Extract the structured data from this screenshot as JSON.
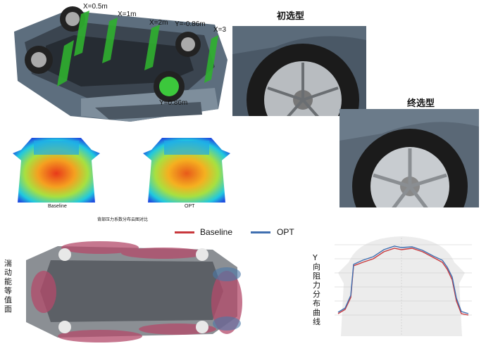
{
  "top_view": {
    "x_labels": [
      "X=0.5m",
      "X=1m",
      "X=2m",
      "X=3"
    ],
    "y_labels": [
      "Y=-0.86m",
      "Y=0.86m"
    ]
  },
  "wheels": {
    "initial_title": "初选型",
    "final_title": "终选型"
  },
  "pressure": {
    "baseline_label": "Baseline",
    "opt_label": "OPT",
    "caption": "背部压力系数分布云图对比"
  },
  "turbulence": {
    "vertical_label": "湍动能等值面"
  },
  "drag_chart": {
    "vertical_label": "Y向阻力分布曲线",
    "legend": [
      {
        "name": "Baseline",
        "color": "#c8383c"
      },
      {
        "name": "OPT",
        "color": "#3f6fb0"
      }
    ]
  }
}
